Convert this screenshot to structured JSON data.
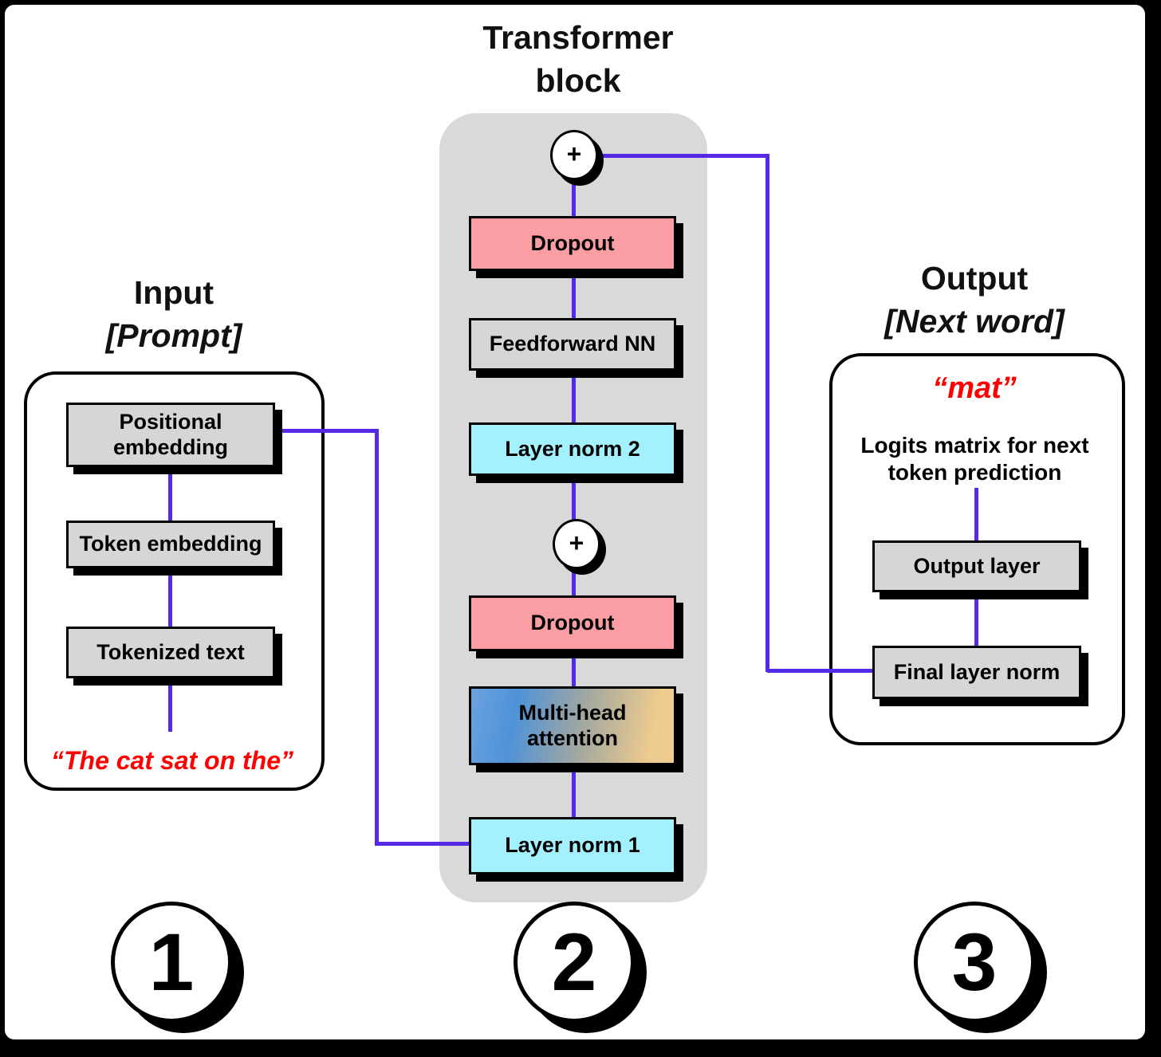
{
  "input": {
    "title": "Input",
    "subtitle": "[Prompt]",
    "boxes": [
      "Positional embedding",
      "Token embedding",
      "Tokenized text"
    ],
    "prompt_text": "“The cat sat on the”",
    "step_number": "1"
  },
  "transformer": {
    "title": "Transformer",
    "subtitle": "block",
    "plus": "+",
    "boxes": [
      "Dropout",
      "Feedforward NN",
      "Layer norm 2",
      "Dropout",
      "Multi-head attention",
      "Layer norm 1"
    ],
    "step_number": "2"
  },
  "output": {
    "title": "Output",
    "subtitle": "[Next word]",
    "predicted_word": "“mat”",
    "logits_label": "Logits matrix for next token prediction",
    "boxes": [
      "Output layer",
      "Final layer norm"
    ],
    "step_number": "3"
  },
  "colors": {
    "connector_purple": "#5628e8",
    "dropout_pink": "#fa9ea3",
    "layer_norm_cyan": "#a3f1fe",
    "box_gray": "#d6d6d6",
    "container_gray": "#d9d9d9",
    "attention_gradient_left": "#4f92d8",
    "attention_gradient_right": "#eecb8e",
    "highlight_red": "#ff0000"
  }
}
